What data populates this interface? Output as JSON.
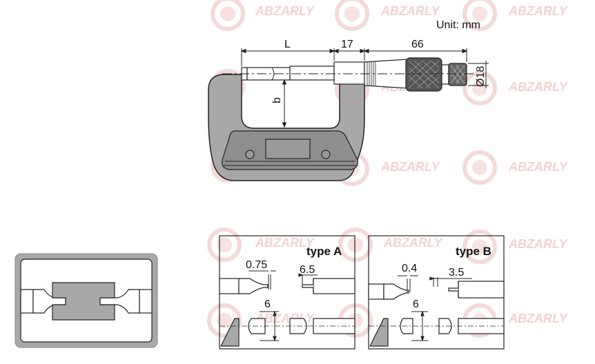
{
  "header": {
    "unit": "Unit: mm"
  },
  "dimensions": {
    "length": "L",
    "anvil_length": "17",
    "thimble_length": "66",
    "diameter": "Ø18",
    "depth": "b"
  },
  "type_a": {
    "title": "type A",
    "blade_width": "0.75",
    "spindle_length": "6.5",
    "height": "6"
  },
  "type_b": {
    "title": "type B",
    "blade_width": "0.4",
    "spindle_length": "3.5",
    "height": "6"
  },
  "watermark": {
    "text": "ABZARLY"
  },
  "colors": {
    "frame": "#a8a8a8",
    "line": "#222222",
    "watermark": "#f1c9c9",
    "panel_bg": "#e6e6e6"
  }
}
